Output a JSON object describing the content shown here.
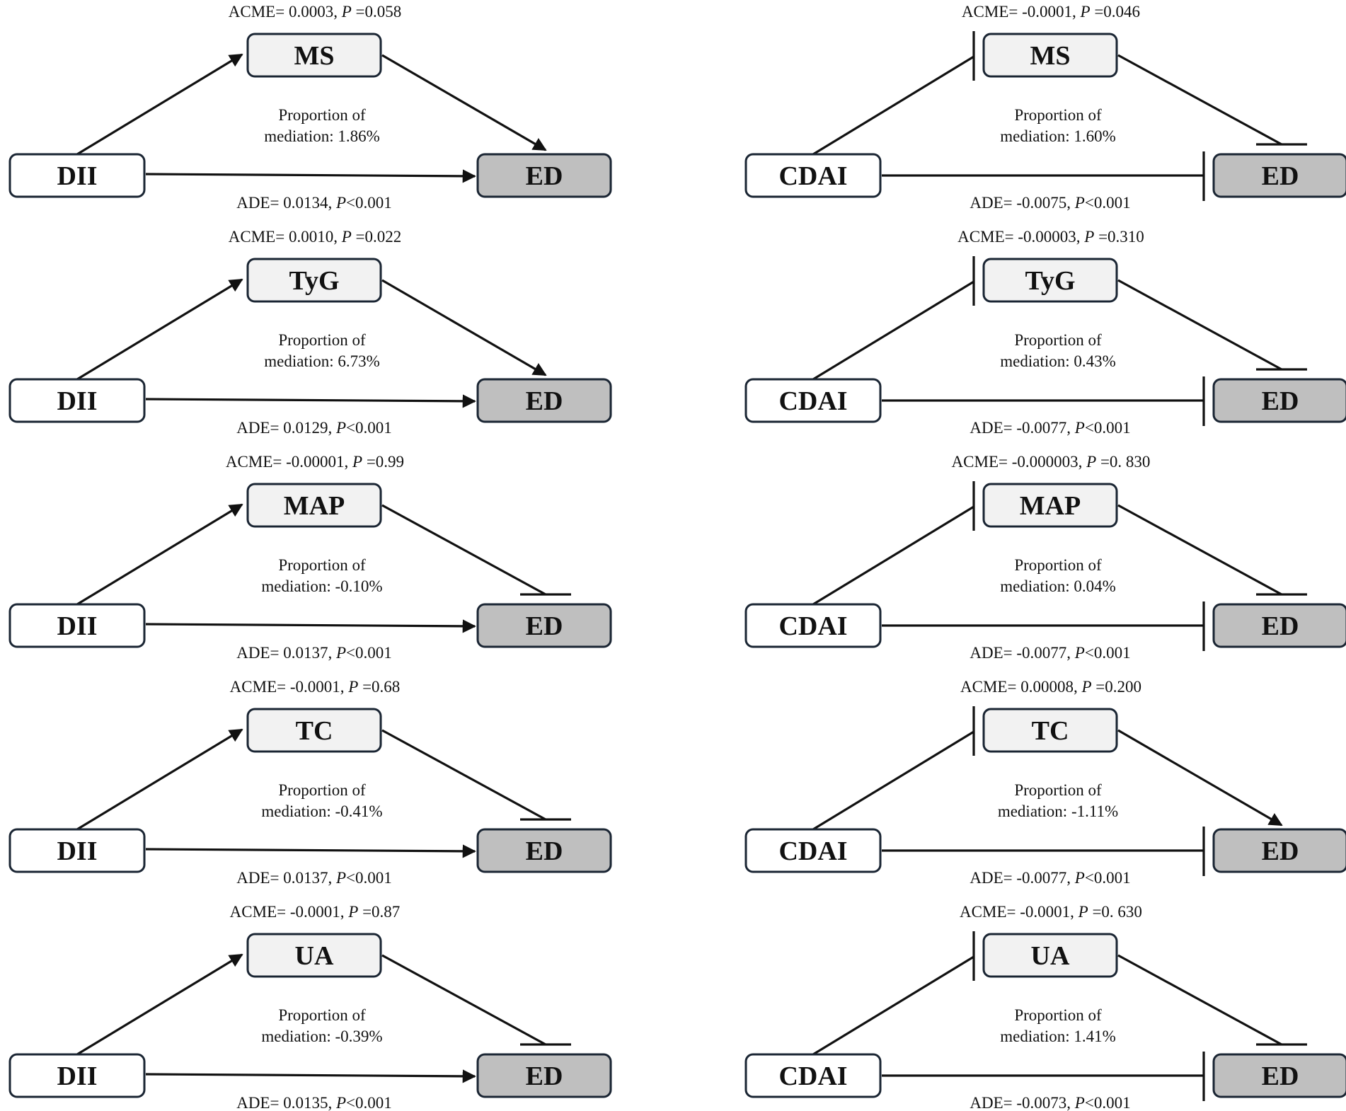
{
  "colors": {
    "exposure_fill": "#ffffff",
    "mediator_fill": "#f2f2f2",
    "outcome_fill": "#bfbfbf",
    "stroke": "#1a2533",
    "text": "#111111"
  },
  "panels": [
    {
      "exposure": "DII",
      "mediator": "MS",
      "outcome": "ED",
      "acme_label": "ACME= 0.0003, ",
      "acme_p_symbol": "P",
      "acme_p_value": " =0.058",
      "prop_line1": "Proportion of",
      "prop_line2": "mediation: 1.86%",
      "ade_label": "ADE= 0.0134, ",
      "ade_p_symbol": "P",
      "ade_p_value": "<0.001",
      "exp_to_med": "arrow",
      "med_to_out": "arrow",
      "exp_to_out": "arrow"
    },
    {
      "exposure": "CDAI",
      "mediator": "MS",
      "outcome": "ED",
      "acme_label": "ACME= -0.0001, ",
      "acme_p_symbol": "P",
      "acme_p_value": " =0.046",
      "prop_line1": "Proportion of",
      "prop_line2": "mediation: 1.60%",
      "ade_label": "ADE= -0.0075, ",
      "ade_p_symbol": "P",
      "ade_p_value": "<0.001",
      "exp_to_med": "inhibit",
      "med_to_out": "inhibit",
      "exp_to_out": "inhibit"
    },
    {
      "exposure": "DII",
      "mediator": "TyG",
      "outcome": "ED",
      "acme_label": "ACME= 0.0010, ",
      "acme_p_symbol": "P",
      "acme_p_value": " =0.022",
      "prop_line1": "Proportion of",
      "prop_line2": "mediation: 6.73%",
      "ade_label": "ADE= 0.0129, ",
      "ade_p_symbol": "P",
      "ade_p_value": "<0.001",
      "exp_to_med": "arrow",
      "med_to_out": "arrow",
      "exp_to_out": "arrow"
    },
    {
      "exposure": "CDAI",
      "mediator": "TyG",
      "outcome": "ED",
      "acme_label": "ACME= -0.00003, ",
      "acme_p_symbol": "P",
      "acme_p_value": " =0.310",
      "prop_line1": "Proportion of",
      "prop_line2": "mediation: 0.43%",
      "ade_label": "ADE= -0.0077, ",
      "ade_p_symbol": "P",
      "ade_p_value": "<0.001",
      "exp_to_med": "inhibit",
      "med_to_out": "inhibit",
      "exp_to_out": "inhibit"
    },
    {
      "exposure": "DII",
      "mediator": "MAP",
      "outcome": "ED",
      "acme_label": "ACME= -0.00001, ",
      "acme_p_symbol": "P",
      "acme_p_value": " =0.99",
      "prop_line1": "Proportion of",
      "prop_line2": "mediation: -0.10%",
      "ade_label": "ADE= 0.0137, ",
      "ade_p_symbol": "P",
      "ade_p_value": "<0.001",
      "exp_to_med": "arrow",
      "med_to_out": "inhibit",
      "exp_to_out": "arrow"
    },
    {
      "exposure": "CDAI",
      "mediator": "MAP",
      "outcome": "ED",
      "acme_label": "ACME= -0.000003, ",
      "acme_p_symbol": "P",
      "acme_p_value": " =0. 830",
      "prop_line1": "Proportion of",
      "prop_line2": "mediation: 0.04%",
      "ade_label": "ADE= -0.0077, ",
      "ade_p_symbol": "P",
      "ade_p_value": "<0.001",
      "exp_to_med": "inhibit",
      "med_to_out": "inhibit",
      "exp_to_out": "inhibit"
    },
    {
      "exposure": "DII",
      "mediator": "TC",
      "outcome": "ED",
      "acme_label": "ACME= -0.0001, ",
      "acme_p_symbol": "P",
      "acme_p_value": " =0.68",
      "prop_line1": "Proportion of",
      "prop_line2": "mediation: -0.41%",
      "ade_label": "ADE= 0.0137, ",
      "ade_p_symbol": "P",
      "ade_p_value": "<0.001",
      "exp_to_med": "arrow",
      "med_to_out": "inhibit",
      "exp_to_out": "arrow"
    },
    {
      "exposure": "CDAI",
      "mediator": "TC",
      "outcome": "ED",
      "acme_label": "ACME= 0.00008, ",
      "acme_p_symbol": "P",
      "acme_p_value": " =0.200",
      "prop_line1": "Proportion of",
      "prop_line2": "mediation: -1.11%",
      "ade_label": "ADE= -0.0077, ",
      "ade_p_symbol": "P",
      "ade_p_value": "<0.001",
      "exp_to_med": "inhibit",
      "med_to_out": "arrow",
      "exp_to_out": "inhibit"
    },
    {
      "exposure": "DII",
      "mediator": "UA",
      "outcome": "ED",
      "acme_label": "ACME= -0.0001, ",
      "acme_p_symbol": "P",
      "acme_p_value": " =0.87",
      "prop_line1": "Proportion of",
      "prop_line2": "mediation: -0.39%",
      "ade_label": "ADE= 0.0135, ",
      "ade_p_symbol": "P",
      "ade_p_value": "<0.001",
      "exp_to_med": "arrow",
      "med_to_out": "inhibit",
      "exp_to_out": "arrow"
    },
    {
      "exposure": "CDAI",
      "mediator": "UA",
      "outcome": "ED",
      "acme_label": "ACME= -0.0001, ",
      "acme_p_symbol": "P",
      "acme_p_value": " =0. 630",
      "prop_line1": "Proportion of",
      "prop_line2": "mediation: 1.41%",
      "ade_label": "ADE= -0.0073, ",
      "ade_p_symbol": "P",
      "ade_p_value": "<0.001",
      "exp_to_med": "inhibit",
      "med_to_out": "inhibit",
      "exp_to_out": "inhibit"
    }
  ]
}
